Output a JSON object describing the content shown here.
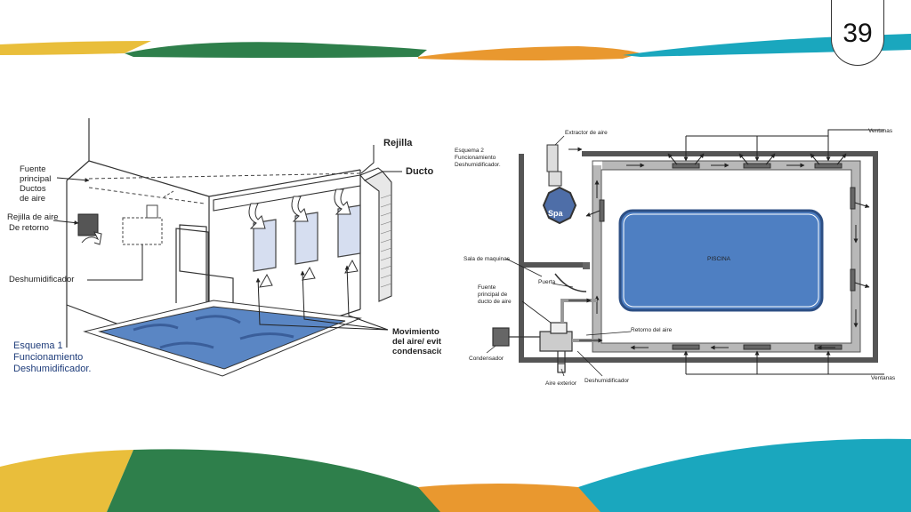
{
  "slide": {
    "page_number": "39",
    "colors": {
      "yellow": "#e9be3b",
      "green": "#2e7f4b",
      "orange": "#e9982f",
      "teal": "#1aa7be"
    }
  },
  "schema1": {
    "title_lines": [
      "Esquema 1",
      "Funcionamiento",
      "Deshumidificador."
    ],
    "labels": {
      "rejilla": "Rejilla",
      "ducto": "Ducto",
      "fuente_lines": [
        "Fuente",
        "principal",
        "Ductos",
        "de aire"
      ],
      "retorno_lines": [
        "Rejilla de aire",
        "De retorno"
      ],
      "deshumidificador": "Deshumidificador",
      "movimiento_lines": [
        "Movimiento",
        "del aire/ evitar",
        "condensación"
      ]
    }
  },
  "schema2": {
    "title_lines": [
      "Esquema 2",
      "Funcionamiento",
      "Deshumidificador."
    ],
    "labels": {
      "extractor": "Extractor de aire",
      "ventanas_top": "Ventanas",
      "ventanas_bottom": "Ventanas",
      "spa": "Spa",
      "piscina": "PISCINA",
      "sala": "Sala de maquinas",
      "puerta": "Puerta",
      "fuente_lines": [
        "Fuente",
        "principal de",
        "ducto de aire"
      ],
      "retorno": "Retorno del aire",
      "condensador": "Condensador",
      "aire_exterior": "Aire exterior",
      "deshumidificador": "Deshumidificador"
    }
  }
}
